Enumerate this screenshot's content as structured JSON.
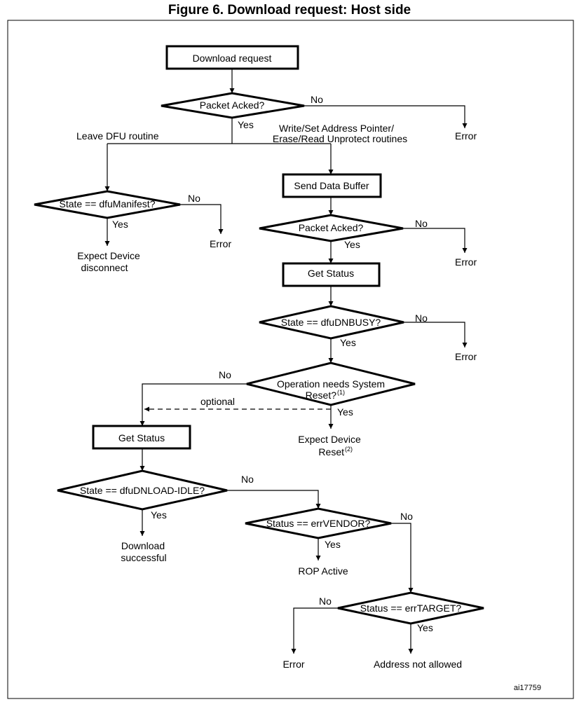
{
  "title": "Figure 6. Download request: Host side",
  "figure_id": "ai17759",
  "nodes": {
    "download_request": "Download request",
    "packet_acked_1": "Packet Acked?",
    "send_data_buffer": "Send Data Buffer",
    "state_dfumanifest": "State == dfuManifest?",
    "packet_acked_2": "Packet Acked?",
    "get_status_1": "Get Status",
    "state_dfudnbusy": "State == dfuDNBUSY?",
    "op_needs_reset_line1": "Operation needs System",
    "op_needs_reset_line2": "Reset?",
    "op_needs_reset_sup": "(1)",
    "get_status_2": "Get Status",
    "state_dfudnload_idle": "State == dfuDNLOAD-IDLE?",
    "status_errvendor": "Status == errVENDOR?",
    "status_errtarget": "Status == errTARGET?"
  },
  "labels": {
    "no": "No",
    "yes": "Yes",
    "error": "Error",
    "optional": "optional",
    "leave_dfu_routine": "Leave DFU routine",
    "write_set_line1": "Write/Set Address Pointer/",
    "write_set_line2": "Erase/Read Unprotect routines",
    "expect_disconnect_line1": "Expect Device",
    "expect_disconnect_line2": "disconnect",
    "expect_reset_line1": "Expect Device",
    "expect_reset_line2": "Reset",
    "expect_reset_sup": "(2)",
    "download_successful_line1": "Download",
    "download_successful_line2": "successful",
    "rop_active": "ROP Active",
    "address_not_allowed": "Address not allowed"
  }
}
